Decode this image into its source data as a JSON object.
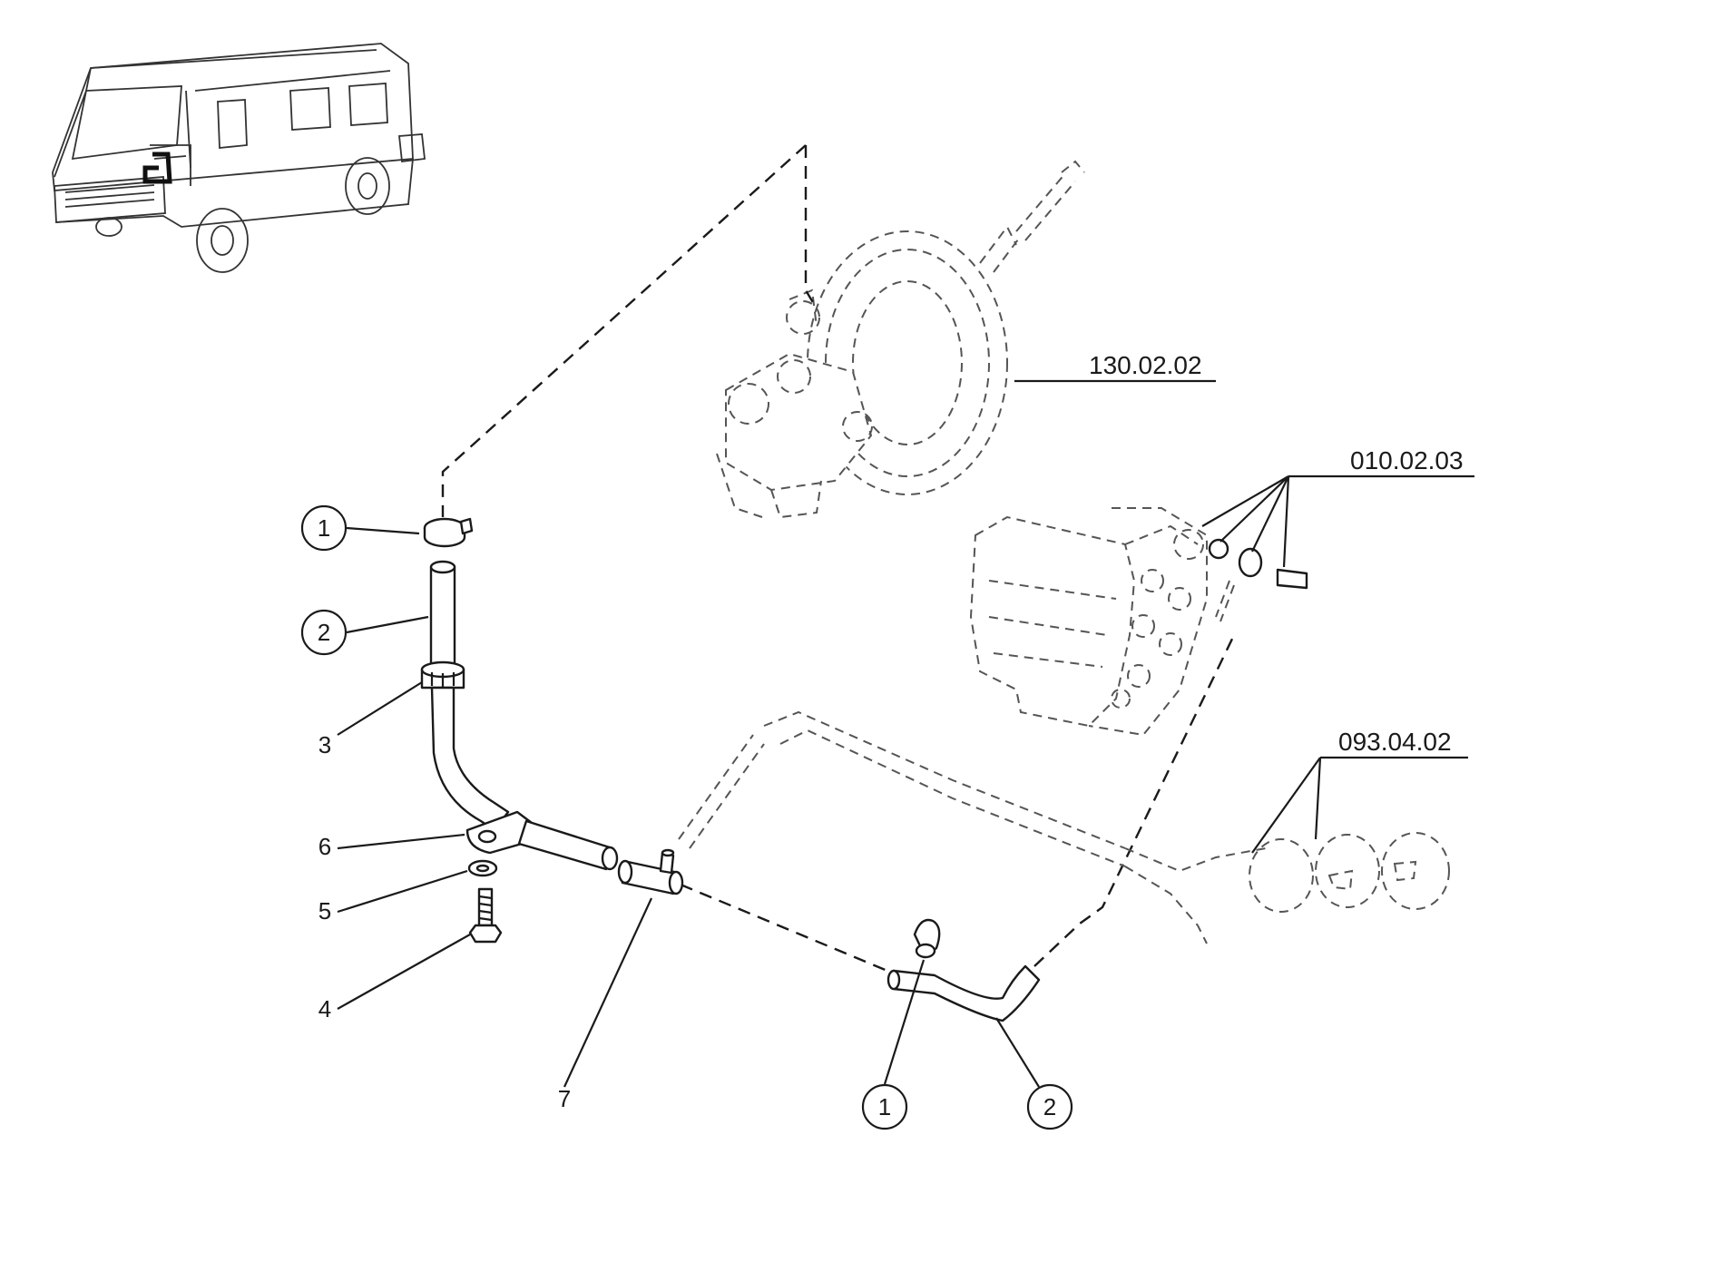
{
  "diagram": {
    "callouts": [
      {
        "id": "c1a",
        "text": "1",
        "circled": true
      },
      {
        "id": "c2a",
        "text": "2",
        "circled": true
      },
      {
        "id": "c3",
        "text": "3",
        "circled": false
      },
      {
        "id": "c6",
        "text": "6",
        "circled": false
      },
      {
        "id": "c5",
        "text": "5",
        "circled": false
      },
      {
        "id": "c4",
        "text": "4",
        "circled": false
      },
      {
        "id": "c7",
        "text": "7",
        "circled": false
      },
      {
        "id": "c1b",
        "text": "1",
        "circled": true
      },
      {
        "id": "c2b",
        "text": "2",
        "circled": true
      }
    ],
    "references": [
      {
        "id": "ref-brake-booster",
        "text": "130.02.02"
      },
      {
        "id": "ref-engine",
        "text": "010.02.03"
      },
      {
        "id": "ref-hose-group",
        "text": "093.04.02"
      }
    ]
  }
}
